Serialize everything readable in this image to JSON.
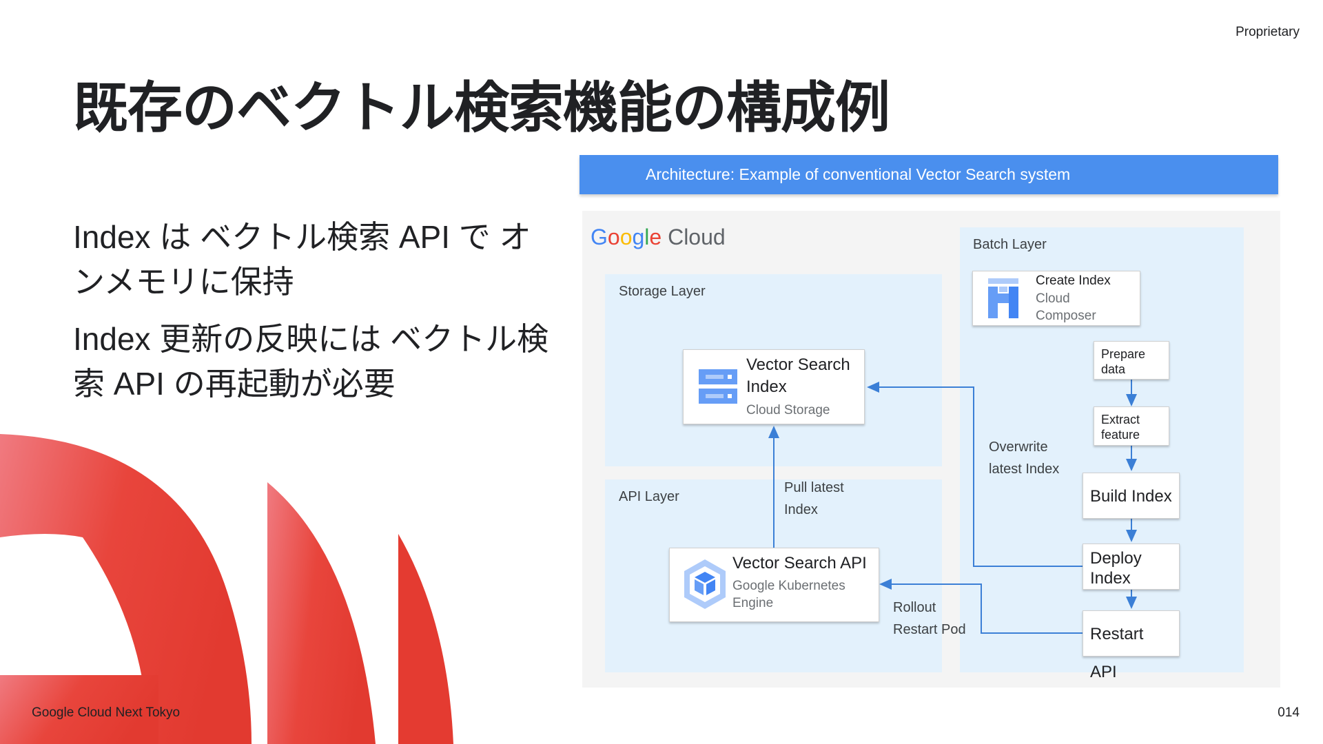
{
  "header": {
    "proprietary": "Proprietary"
  },
  "slide": {
    "title": "既存のベクトル検索機能の構成例",
    "bullets": [
      "Index は ベクトル検索 API で オンメモリに保持",
      "Index 更新の反映には ベクトル検索 API の再起動が必要"
    ]
  },
  "diagram": {
    "banner": "Architecture: Example of conventional Vector Search system",
    "logo": {
      "google": "Google",
      "cloud": "Cloud"
    },
    "layers": {
      "storage": "Storage Layer",
      "api": "API Layer",
      "batch": "Batch Layer"
    },
    "nodes": {
      "vector_index": {
        "title": "Vector Search Index",
        "sub": "Cloud Storage"
      },
      "vector_api": {
        "title": "Vector Search API",
        "sub": "Google Kubernetes Engine"
      },
      "create_index": {
        "title": "Create Index",
        "sub": "Cloud Composer"
      },
      "prepare_data": "Prepare data",
      "extract_feature": "Extract feature",
      "build_index": "Build Index",
      "deploy_index": "Deploy Index",
      "restart_api": "Restart API"
    },
    "edge_labels": {
      "overwrite": "Overwrite latest Index",
      "pull": "Pull latest Index",
      "rollout": "Rollout Restart Pod"
    },
    "colors": {
      "banner": "#4a8fee",
      "layer": "#e3f1fc",
      "arrow": "#3b7fd6"
    }
  },
  "footer": {
    "brand": "Google Cloud Next Tokyo",
    "page": "014"
  }
}
